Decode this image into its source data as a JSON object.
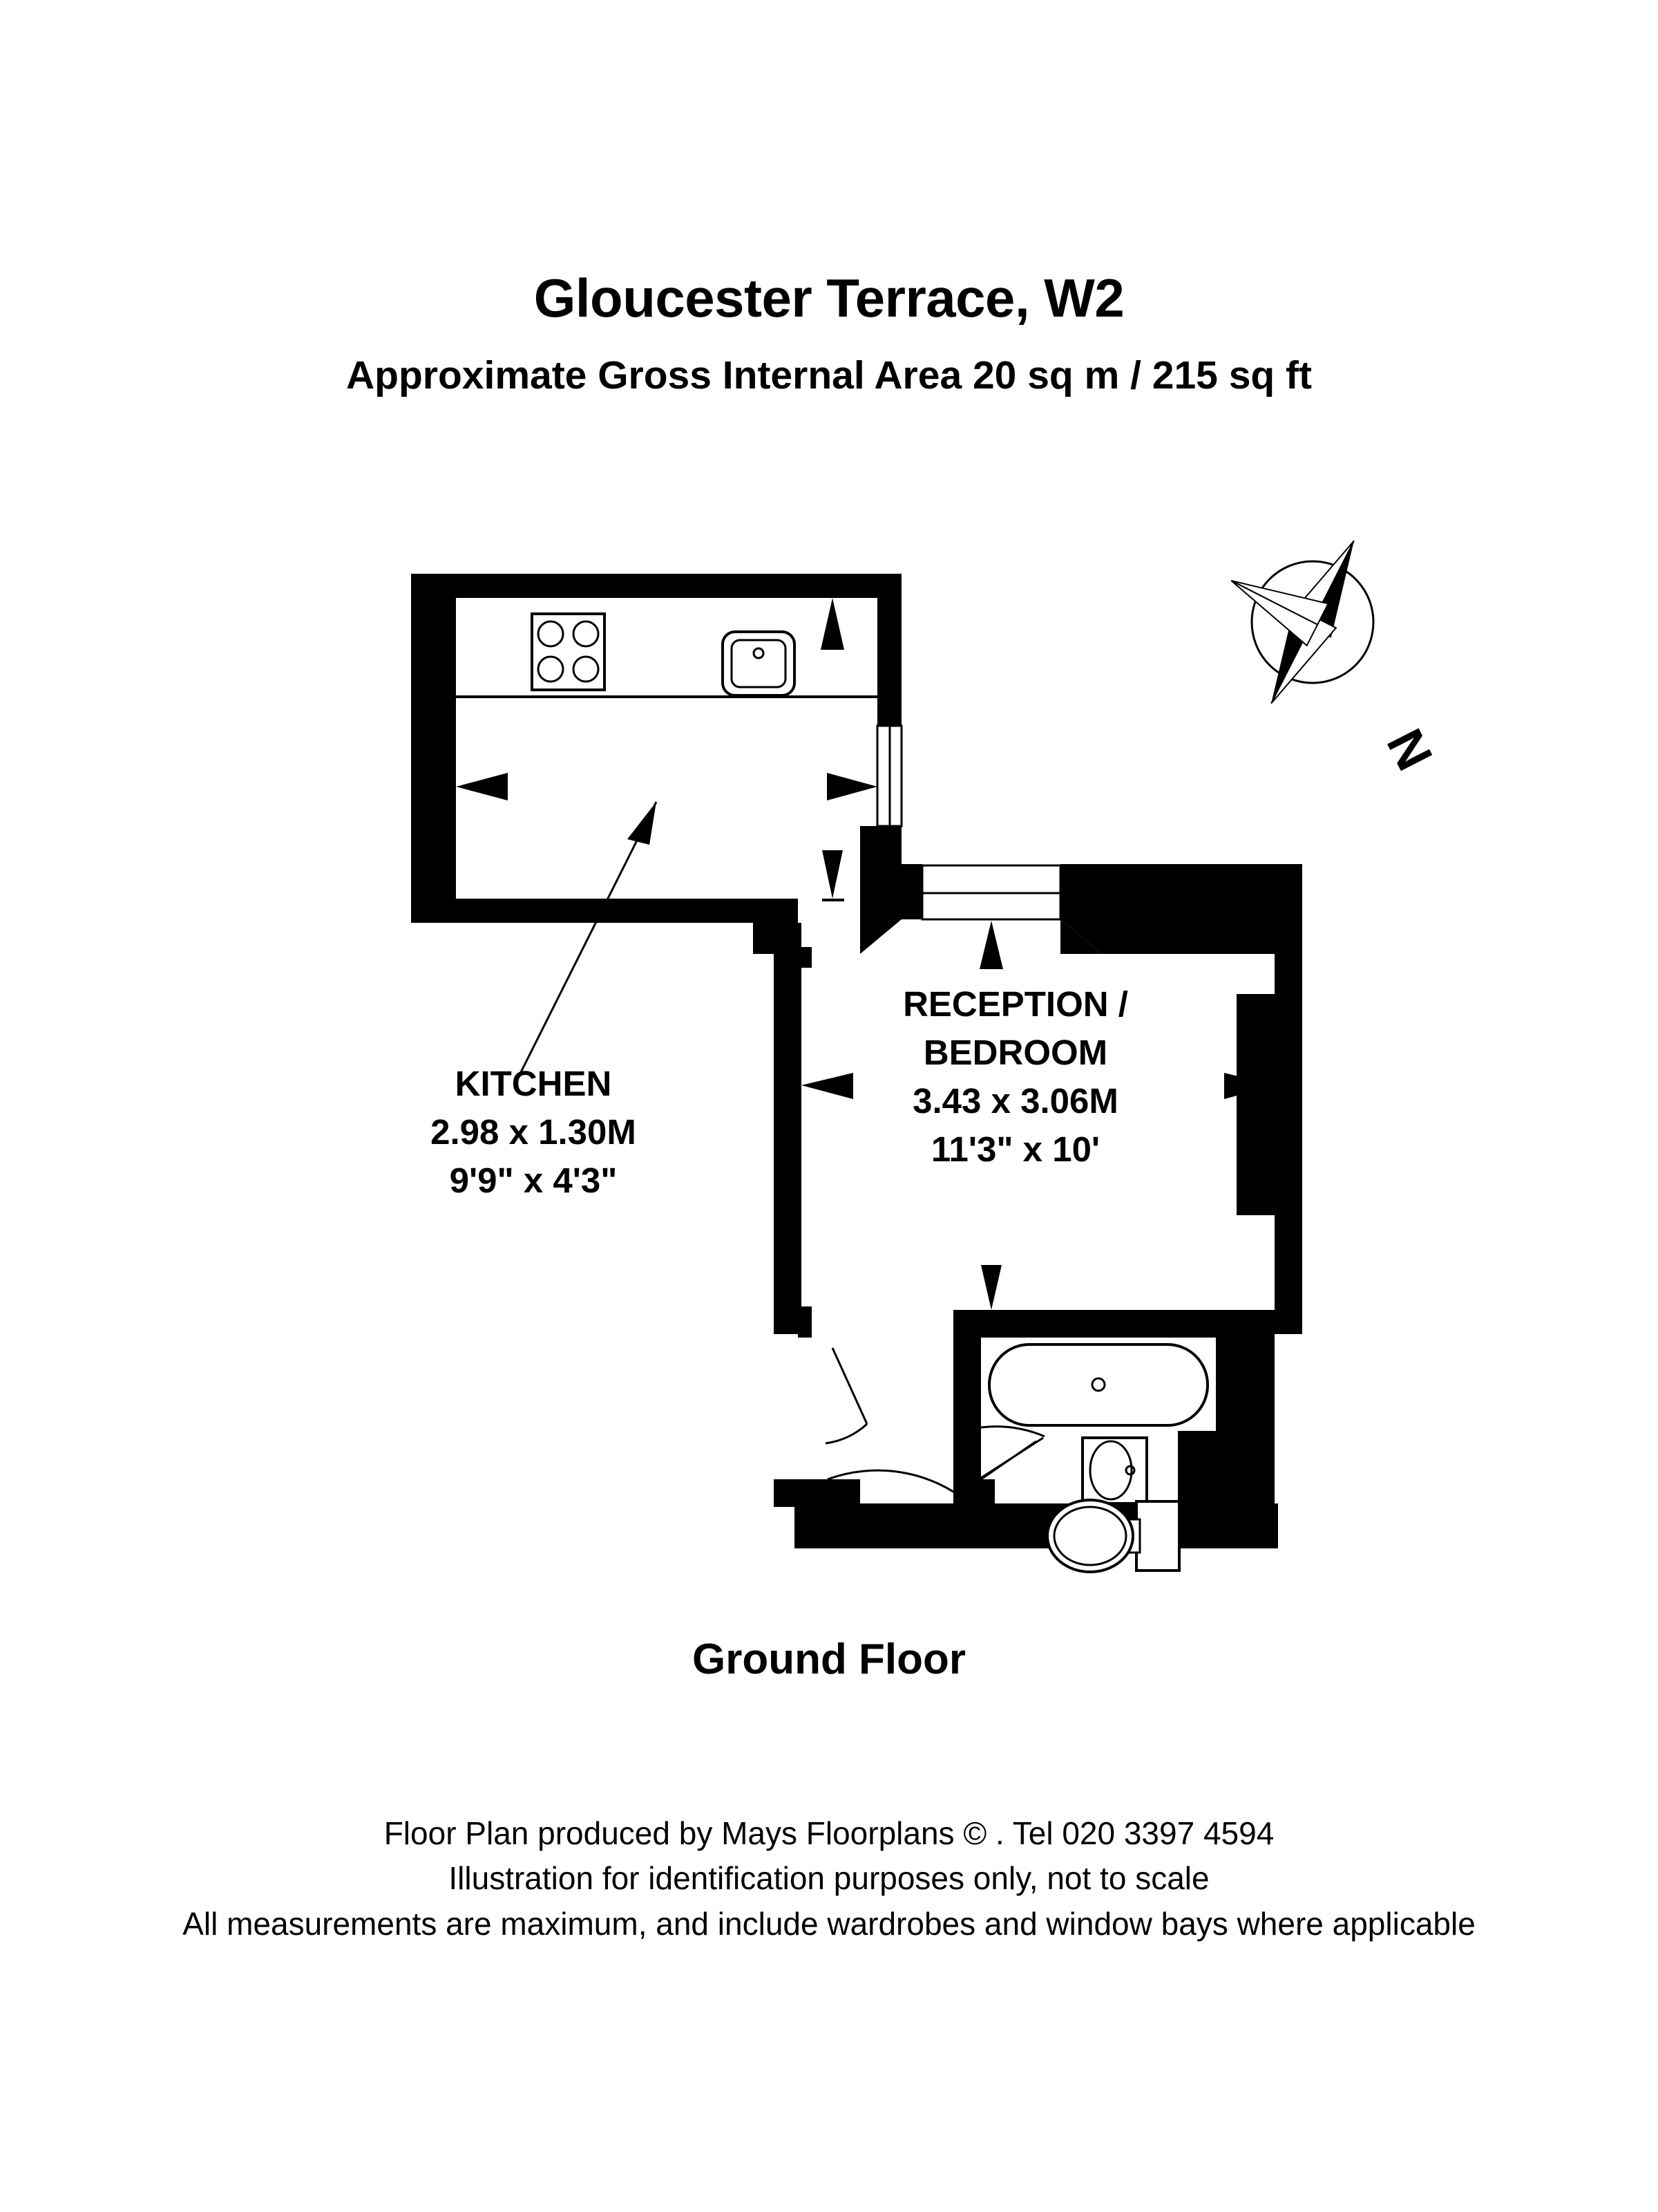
{
  "header": {
    "title": "Gloucester Terrace, W2",
    "subtitle": "Approximate Gross Internal Area 20 sq m  /  215 sq ft"
  },
  "plan": {
    "floor_caption": "Ground Floor",
    "compass": {
      "label": "N",
      "icon": "compass-north-icon"
    },
    "rooms": [
      {
        "id": "kitchen",
        "name": "KITCHEN",
        "metric": "2.98 x 1.30M",
        "imperial": "9'9\" x 4'3\"",
        "fixtures": [
          "hob-4-burner",
          "sink"
        ]
      },
      {
        "id": "reception-bedroom",
        "name_line1": "RECEPTION /",
        "name_line2": "BEDROOM",
        "metric": "3.43 x 3.06M",
        "imperial": "11'3\" x 10'",
        "fixtures": []
      },
      {
        "id": "bathroom",
        "name": "",
        "metric": "",
        "imperial": "",
        "fixtures": [
          "bathtub",
          "wash-basin",
          "toilet"
        ]
      }
    ],
    "colors": {
      "wall": "#000000",
      "floor": "#ffffff",
      "fixture_stroke": "#000000"
    }
  },
  "footer": {
    "lines": [
      "Floor Plan produced by Mays Floorplans  © . Tel 020 3397 4594",
      "Illustration for identification purposes only, not to scale",
      "All measurements are maximum, and include wardrobes and window bays where applicable"
    ]
  }
}
